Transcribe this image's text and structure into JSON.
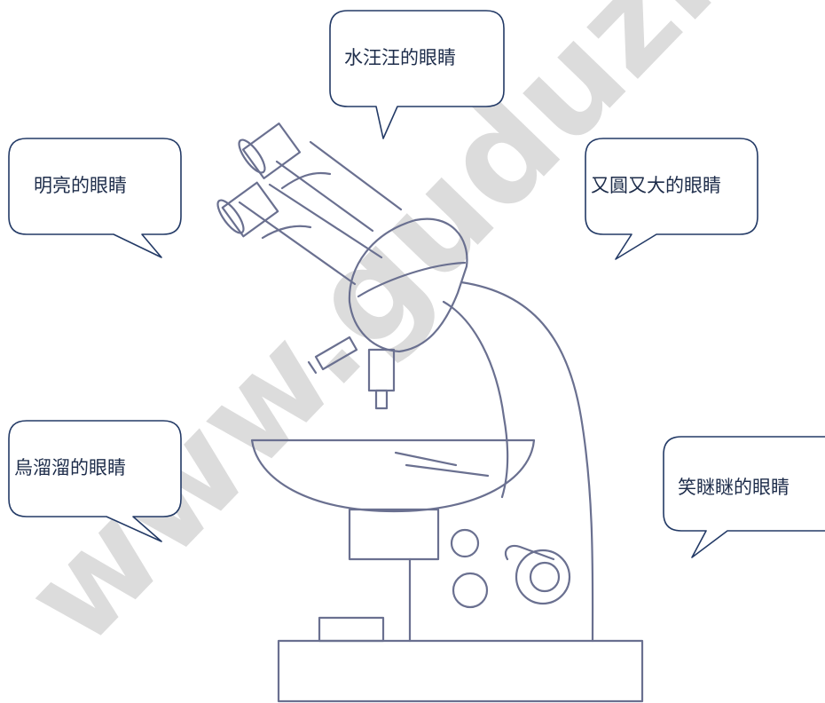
{
  "bubbles": [
    {
      "id": "top",
      "text": "水汪汪的眼睛"
    },
    {
      "id": "upper-left",
      "text": "明亮的眼睛"
    },
    {
      "id": "upper-right",
      "text": "又圓又大的眼睛"
    },
    {
      "id": "lower-left",
      "text": "烏溜溜的眼睛"
    },
    {
      "id": "lower-right",
      "text": "笑瞇瞇的眼睛"
    }
  ],
  "watermark": {
    "text": "www.guduzhe"
  },
  "colors": {
    "line": "#6a7090",
    "bubble_border": "#233a66",
    "watermark": "#dcdcdc"
  }
}
